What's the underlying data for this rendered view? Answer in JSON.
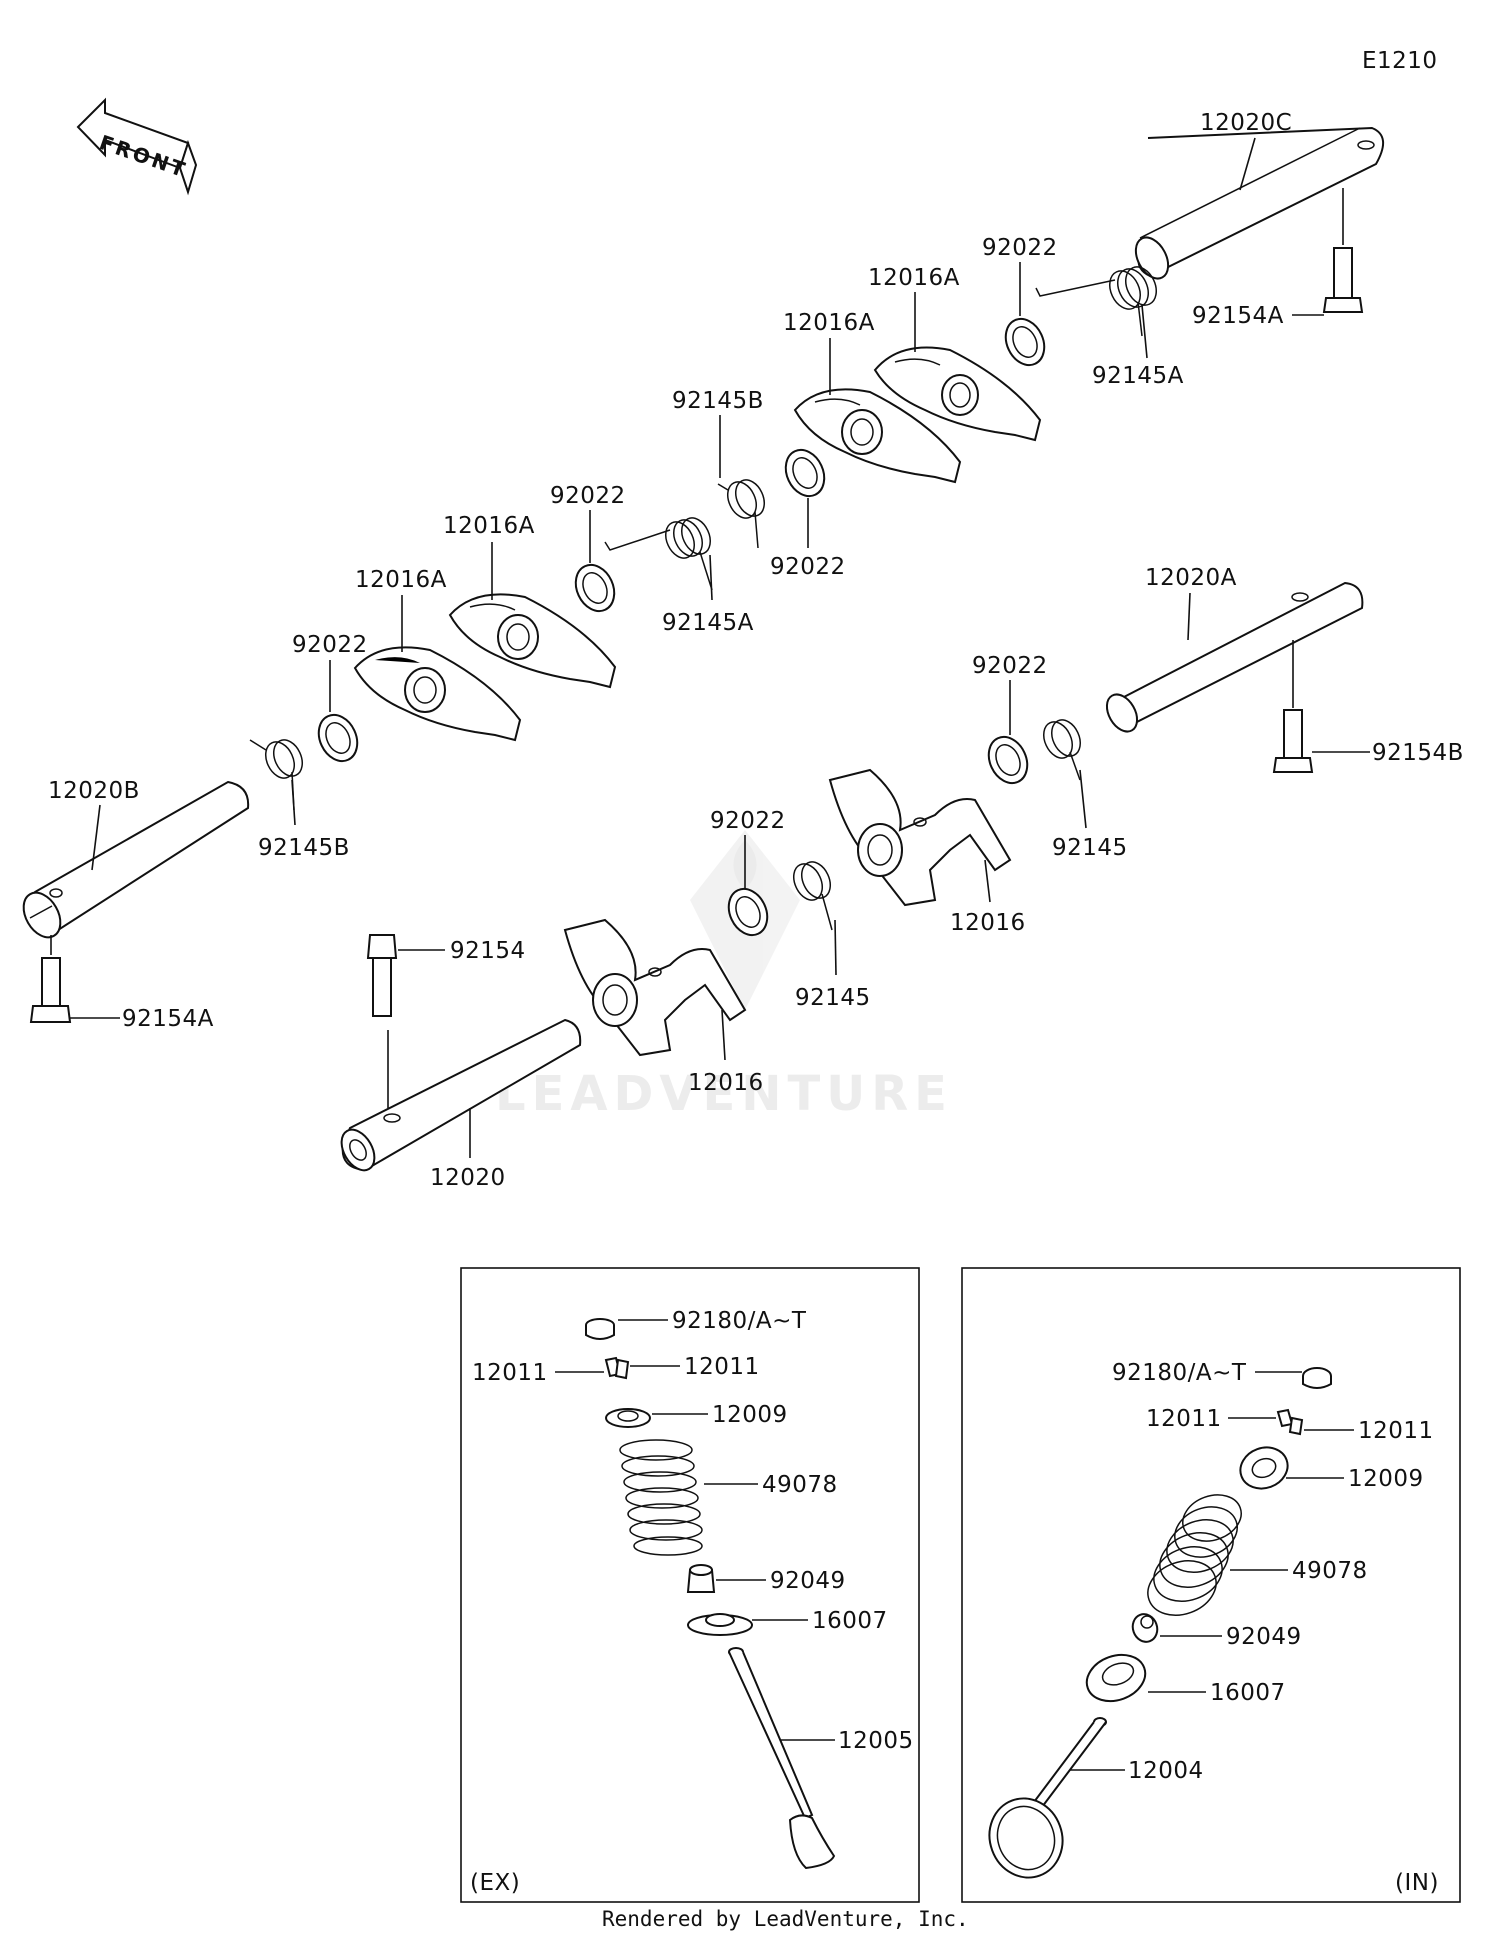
{
  "diagram_code": "E1210",
  "front_label": "FRONT",
  "watermark": "LEADVENTURE",
  "footer": "Rendered by LeadVenture, Inc.",
  "labels": {
    "p12020C": "12020C",
    "p92154A_top": "92154A",
    "p92022_a": "92022",
    "p92145A_a": "92145A",
    "p12016A_a": "12016A",
    "p12016A_b": "12016A",
    "p92145B_a": "92145B",
    "p92022_b": "92022",
    "p92022_c": "92022",
    "p92145A_b": "92145A",
    "p12016A_c": "12016A",
    "p12016A_d": "12016A",
    "p92022_d": "92022",
    "p12020B": "12020B",
    "p92145B_b": "92145B",
    "p92154A_left": "92154A",
    "p12020A": "12020A",
    "p92154B": "92154B",
    "p92022_e": "92022",
    "p92145_a": "92145",
    "p12016_a": "12016",
    "p92022_f": "92022",
    "p92145_b": "92145",
    "p92154": "92154",
    "p12016_b": "12016",
    "p12020": "12020"
  },
  "ex_box": {
    "tag": "(EX)",
    "labels": {
      "p92180": "92180/A~T",
      "p12011_l": "12011",
      "p12011_r": "12011",
      "p12009": "12009",
      "p49078": "49078",
      "p92049": "92049",
      "p16007": "16007",
      "p12005": "12005"
    }
  },
  "in_box": {
    "tag": "(IN)",
    "labels": {
      "p92180": "92180/A~T",
      "p12011_l": "12011",
      "p12011_r": "12011",
      "p12009": "12009",
      "p49078": "49078",
      "p92049": "92049",
      "p16007": "16007",
      "p12004": "12004"
    }
  }
}
